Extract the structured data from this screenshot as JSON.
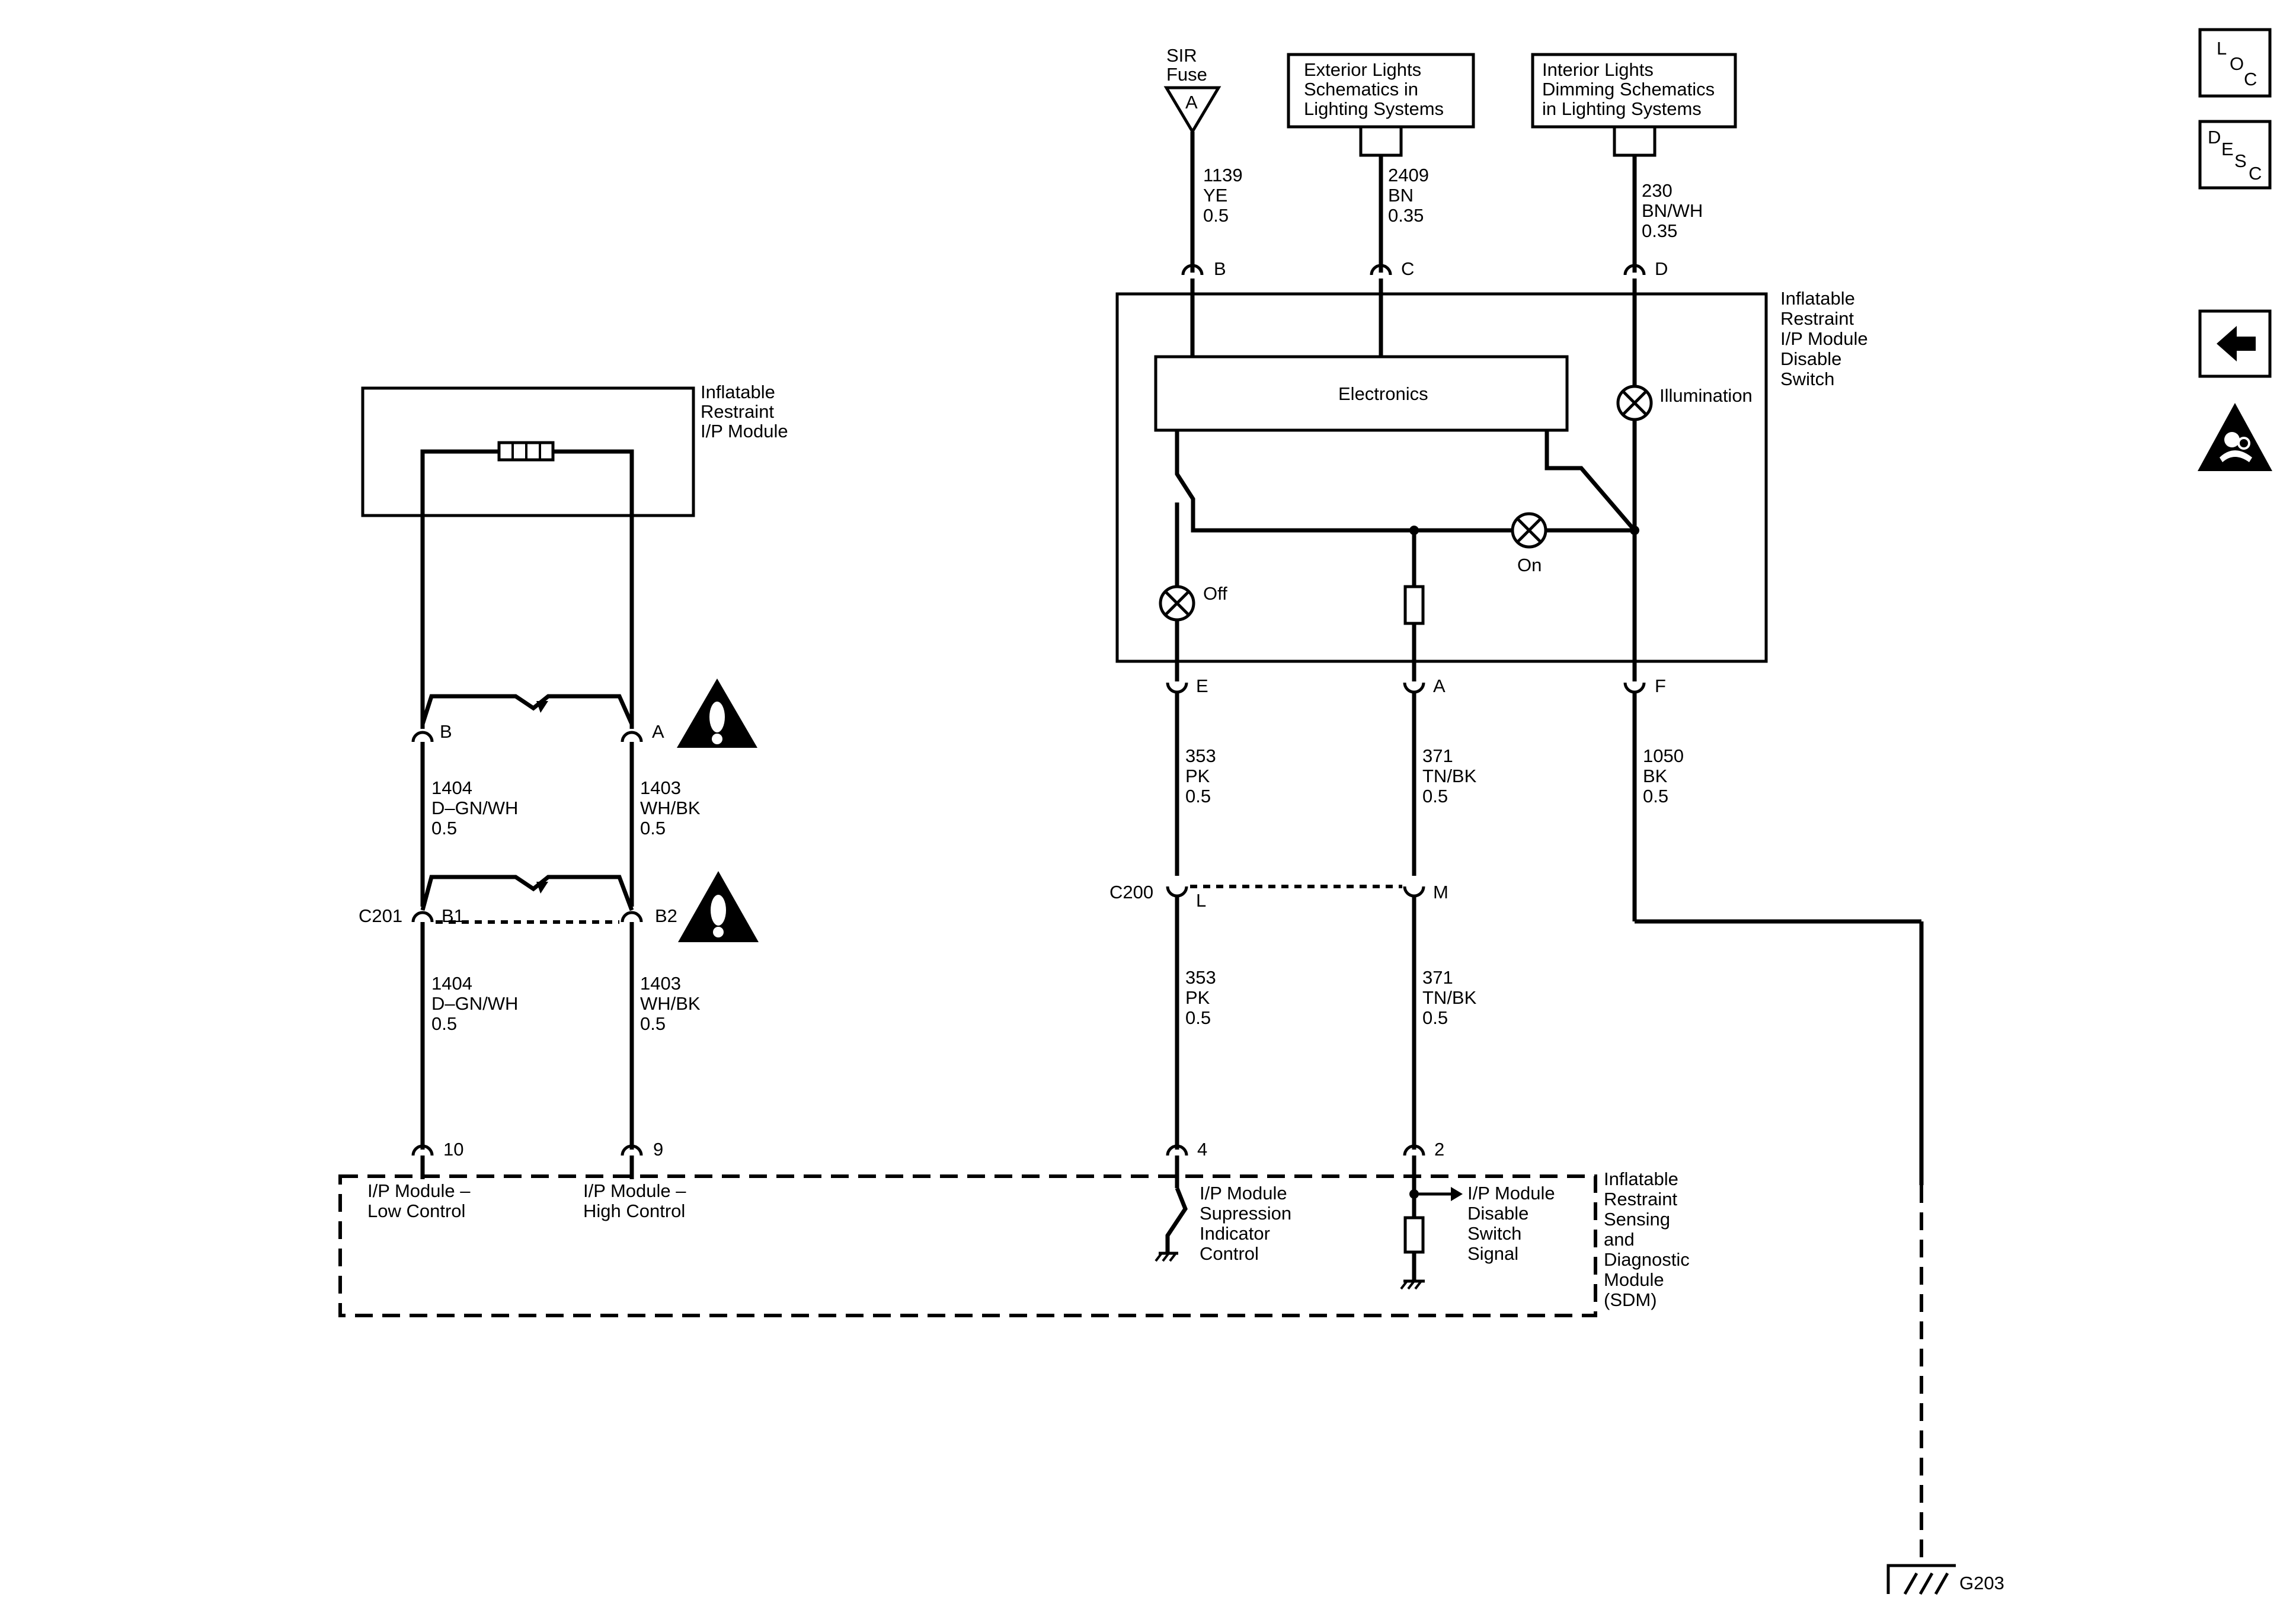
{
  "nav": {
    "loc": [
      "L",
      "O",
      "C"
    ],
    "desc": [
      "D",
      "E",
      "S",
      "C"
    ]
  },
  "ip_module": {
    "label": [
      "Inflatable",
      "Restraint",
      "I/P Module"
    ],
    "pin_b": "B",
    "pin_a": "A"
  },
  "wires": {
    "w1404_upper": [
      "1404",
      "D–GN/WH",
      "0.5"
    ],
    "w1403_upper": [
      "1403",
      "WH/BK",
      "0.5"
    ],
    "w1404_lower": [
      "1404",
      "D–GN/WH",
      "0.5"
    ],
    "w1403_lower": [
      "1403",
      "WH/BK",
      "0.5"
    ],
    "w1139": [
      "1139",
      "YE",
      "0.5"
    ],
    "w2409": [
      "2409",
      "BN",
      "0.35"
    ],
    "w230": [
      "230",
      "BN/WH",
      "0.35"
    ],
    "w353_upper": [
      "353",
      "PK",
      "0.5"
    ],
    "w371_upper": [
      "371",
      "TN/BK",
      "0.5"
    ],
    "w1050": [
      "1050",
      "BK",
      "0.5"
    ],
    "w353_lower": [
      "353",
      "PK",
      "0.5"
    ],
    "w371_lower": [
      "371",
      "TN/BK",
      "0.5"
    ]
  },
  "c201": {
    "name": "C201",
    "pin_b1": "B1",
    "pin_b2": "B2"
  },
  "c200": {
    "name": "C200",
    "pin_l": "L",
    "pin_m": "M"
  },
  "sir_fuse": {
    "label": [
      "SIR",
      "Fuse"
    ],
    "pin": "A"
  },
  "ext_lights_box": [
    "Exterior Lights",
    "Schematics in",
    "Lighting Systems"
  ],
  "int_lights_box": [
    "Interior Lights",
    "Dimming Schematics",
    "in Lighting Systems"
  ],
  "disable_switch": {
    "label": [
      "Inflatable",
      "Restraint",
      "I/P Module",
      "Disable",
      "Switch"
    ],
    "electronics": "Electronics",
    "illumination": "Illumination",
    "on": "On",
    "off": "Off",
    "pins": {
      "b": "B",
      "c": "C",
      "d": "D",
      "e": "E",
      "a": "A",
      "f": "F"
    }
  },
  "sdm": {
    "label": [
      "Inflatable",
      "Restraint",
      "Sensing",
      "and",
      "Diagnostic",
      "Module",
      "(SDM)"
    ],
    "pins": {
      "p10": "10",
      "p9": "9",
      "p4": "4",
      "p2": "2"
    },
    "low_control": [
      "I/P Module –",
      "Low Control"
    ],
    "high_control": [
      "I/P Module –",
      "High Control"
    ],
    "suppression": [
      "I/P Module",
      "Supression",
      "Indicator",
      "Control"
    ],
    "disable_signal": [
      "I/P Module",
      "Disable",
      "Switch",
      "Signal"
    ]
  },
  "ground": {
    "name": "G203"
  }
}
